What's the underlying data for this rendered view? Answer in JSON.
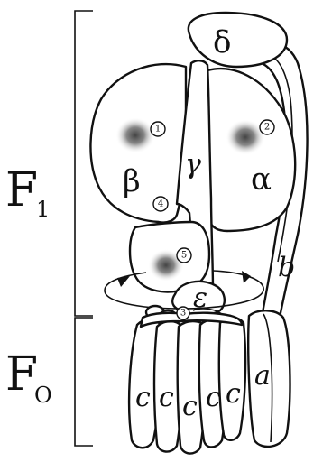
{
  "labels": {
    "f1_main": "F",
    "f1_sub": "1",
    "fo_main": "F",
    "fo_sub": "O",
    "delta": "δ",
    "beta": "β",
    "gamma": "γ",
    "alpha": "α",
    "epsilon": "ε",
    "b": "b",
    "a": "a",
    "c": "c"
  },
  "sites": [
    "1",
    "2",
    "3",
    "4",
    "5"
  ]
}
